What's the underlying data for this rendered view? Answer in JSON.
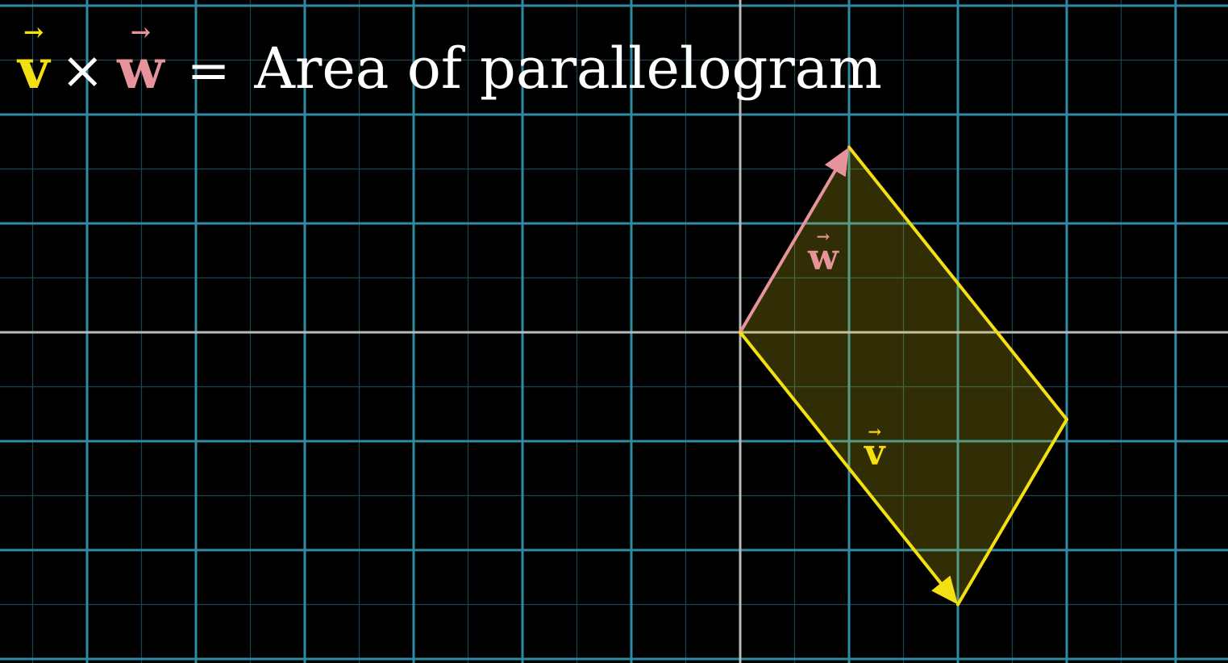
{
  "formula": {
    "v_letter": "v",
    "times_symbol": "×",
    "w_letter": "w",
    "equals_symbol": "=",
    "phrase": "Area of parallelogram",
    "arrow_glyph": "→"
  },
  "vectors": {
    "v": {
      "label": "v",
      "x": 2,
      "y": -2.5
    },
    "w": {
      "label": "w",
      "x": 1,
      "y": 1.7
    }
  },
  "grid": {
    "x_range": [
      -7,
      5
    ],
    "y_range": [
      -3,
      3
    ],
    "major_step": 1,
    "minor_step": 0.5
  },
  "colors": {
    "background": "#000000",
    "grid_major": "#2f8aa3",
    "grid_minor": "#1c4452",
    "axis": "#b9b9b9",
    "v": "#f4e012",
    "w": "#e6939b",
    "parallelogram_fill": "#f4e012",
    "formula_text": "#ffffff"
  }
}
